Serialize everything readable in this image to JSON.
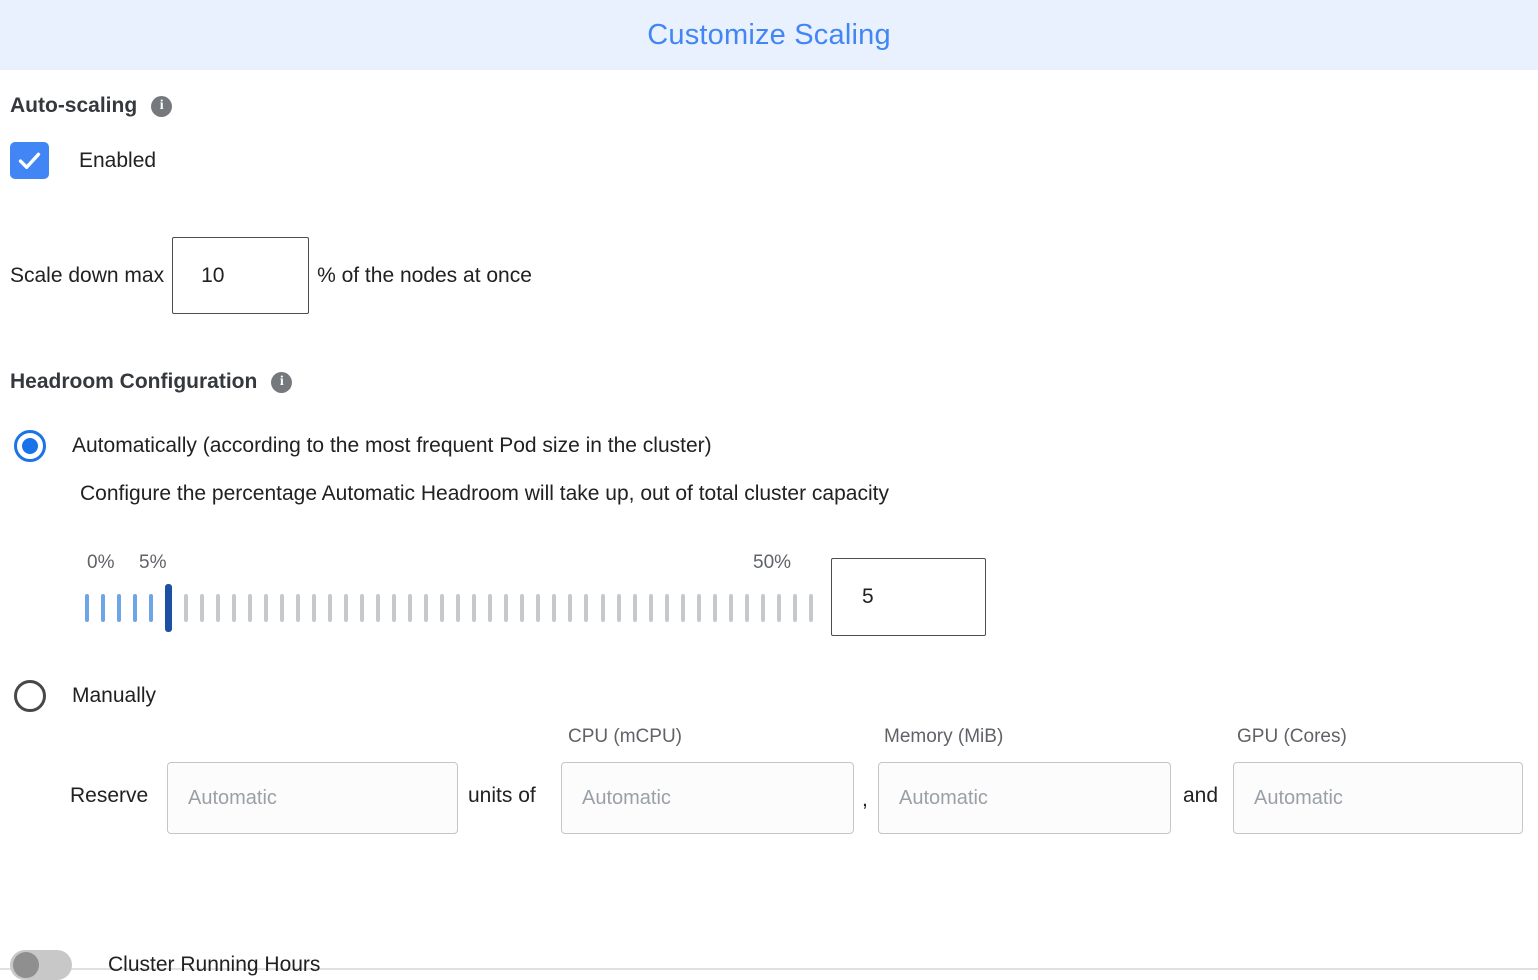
{
  "header": {
    "title": "Customize Scaling"
  },
  "auto_scaling": {
    "label": "Auto-scaling",
    "enabled_label": "Enabled",
    "checked": true
  },
  "scale_down": {
    "prefix": "Scale down max",
    "value": "10",
    "suffix": "% of the nodes at once"
  },
  "headroom": {
    "label": "Headroom Configuration",
    "automatic": {
      "label": "Automatically (according to the most frequent Pod size in the cluster)",
      "description": "Configure the percentage Automatic Headroom will take up, out of total cluster capacity",
      "selected": true,
      "slider": {
        "min_label": "0%",
        "current_label": "5%",
        "max_label": "50%",
        "min": 0,
        "max": 50,
        "value": 5,
        "value_text": "5",
        "tick_count": 45
      }
    },
    "manual": {
      "label": "Manually",
      "selected": false,
      "columns": [
        "CPU (mCPU)",
        "Memory (MiB)",
        "GPU (Cores)"
      ],
      "reserve_label": "Reserve",
      "units_label": "units of",
      "comma": ",",
      "and_label": "and",
      "placeholder": "Automatic"
    }
  },
  "cluster_running_hours": {
    "label": "Cluster Running Hours",
    "enabled": false
  },
  "colors": {
    "accent": "#4285f4",
    "header_bg": "#e8f1fd",
    "radio_selected": "#1a73e8",
    "slider_tick_blue": "#6ea5e6",
    "slider_marker": "#1d50a2",
    "slider_tick_gray": "#c6c9cc"
  }
}
